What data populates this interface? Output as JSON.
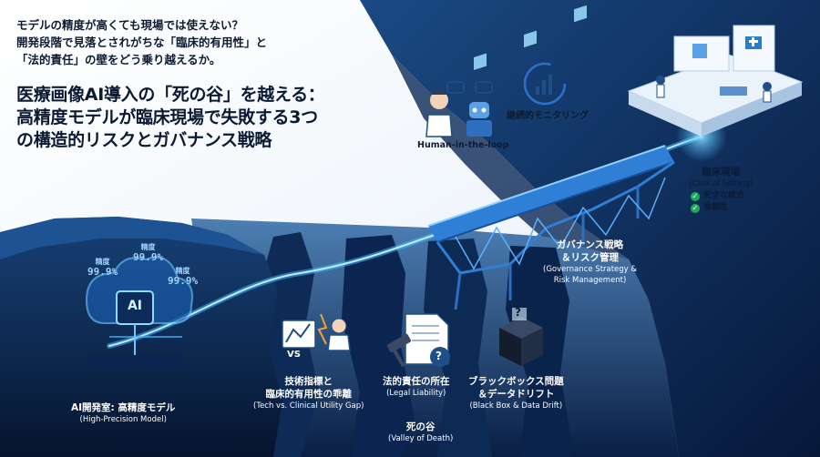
{
  "intro_lines": [
    "モデルの精度が高くても現場では使えない？",
    "開発段階で見落とされがちな「臨床的有用性」と",
    "「法的責任」の壁をどう乗り越えるか。"
  ],
  "title_lines": [
    "医療画像AI導入の「死の谷」を越える：",
    "高精度モデルが臨床現場で失敗する3つ",
    "の構造的リスクとガバナンス戦略"
  ],
  "labels": {
    "human_in_loop": "Human-in-the-loop",
    "monitoring": "継続的モニタリング",
    "clinical_jp": "臨床現場",
    "clinical_en": "(Clinical Setting)",
    "check_1": "安全な統合",
    "check_2": "信頼性",
    "governance_jp_1": "ガバナンス戦略",
    "governance_jp_2": "＆リスク管理",
    "governance_en_1": "(Governance Strategy &",
    "governance_en_2": "Risk Management)",
    "lab_jp": "AI開発室: 高精度モデル",
    "lab_en": "(High-Precision Model)",
    "gap_jp_1": "技術指標と",
    "gap_jp_2": "臨床的有用性の乖離",
    "gap_en": "(Tech vs. Clinical Utility Gap)",
    "legal_jp": "法的責任の所在",
    "legal_en": "(Legal Liability)",
    "blackbox_jp_1": "ブラックボックス問題",
    "blackbox_jp_2": "＆データドリフト",
    "blackbox_en": "(Black Box & Data Drift)",
    "valley_jp": "死の谷",
    "valley_en": "(Valley of Death)",
    "vs": "VS",
    "ai_chip": "AI",
    "question": "?"
  },
  "accuracy_tags": [
    {
      "word": "精度",
      "value": "99.9%"
    },
    {
      "word": "精度",
      "value": "99.9%"
    },
    {
      "word": "精度",
      "value": "99.9%"
    }
  ],
  "colors": {
    "navy": "#0c2a55",
    "deep_navy": "#081c3d",
    "glow": "#3fb4ff",
    "bridge": "#2f7fd6",
    "check": "#1fa85a"
  }
}
